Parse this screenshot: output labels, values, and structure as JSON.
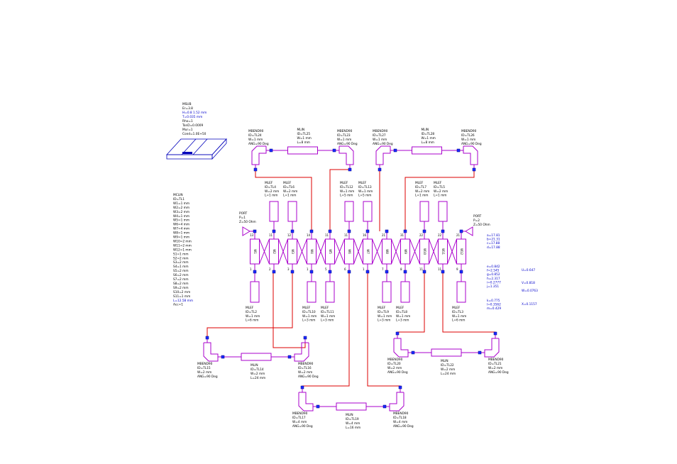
{
  "substrate": {
    "lines": [
      "MSUB",
      "Er=3.8",
      "H=0.8 1.52 mm",
      "T=0.035 mm",
      "Rho=1",
      "TanD=0.0009",
      "Mur=1",
      "Cond=1.0E+50"
    ],
    "blue_lines": [
      2,
      3
    ]
  },
  "mcfil": {
    "lines": [
      "MCLIN",
      "ID=TL1",
      "W1=1 mm",
      "W2=2 mm",
      "W3=2 mm",
      "W4=1 mm",
      "W5=1 mm",
      "W6=4 mm",
      "W7=4 mm",
      "W8=1 mm",
      "W9=1 mm",
      "W10=2 mm",
      "W11=2 mm",
      "W12=1 mm",
      "S1=1 mm",
      "S2=2 mm",
      "S3=2 mm",
      "S4=1 mm",
      "S5=2 mm",
      "S6=2 mm",
      "S7=2 mm",
      "S8=2 mm",
      "S9=2 mm",
      "S10=2 mm",
      "S11=1 mm",
      "L=12.58 mm",
      "Acc=1"
    ],
    "blue_lines": [
      25
    ]
  },
  "ports": [
    {
      "lines": [
        "PORT",
        "P=1",
        "Z=50 Ohm"
      ]
    },
    {
      "lines": [
        "PORT",
        "P=2",
        "Z=50 Ohm"
      ]
    }
  ],
  "coupled_sections": [
    "W1",
    "W2",
    "W3",
    "W4",
    "W5",
    "W6",
    "W7",
    "W8",
    "W9",
    "W10",
    "W11",
    "W12"
  ],
  "top_pins": [
    "13",
    "11",
    "12",
    "14",
    "11",
    "11",
    "16",
    "21",
    "31",
    "22",
    "22",
    "21"
  ],
  "bottom_pins": [
    "1",
    "2",
    "3",
    "1",
    "5",
    "6",
    "1",
    "7",
    "8",
    "11",
    "11",
    "9"
  ],
  "top_mlef": [
    {
      "lines": [
        "MLEF",
        "ID=TL4",
        "W=2 mm",
        "L=1 mm"
      ]
    },
    {
      "lines": [
        "MLEF",
        "ID=TL6",
        "W=2 mm",
        "L=1 mm"
      ]
    },
    {
      "lines": [
        "MLEF",
        "ID=TL12",
        "W=1 mm",
        "L=5 mm"
      ]
    },
    {
      "lines": [
        "MLEF",
        "ID=TL13",
        "W=1 mm",
        "L=5 mm"
      ]
    },
    {
      "lines": [
        "MLEF",
        "ID=TL7",
        "W=2 mm",
        "L=1 mm"
      ]
    },
    {
      "lines": [
        "MLEF",
        "ID=TL5",
        "W=2 mm",
        "L=1 mm"
      ]
    }
  ],
  "bottom_mlef": [
    {
      "lines": [
        "MLEF",
        "ID=TL2",
        "W=1 mm",
        "L=6 mm"
      ]
    },
    {
      "lines": [
        "MLEF",
        "ID=TL10",
        "W=1 mm",
        "L=3 mm"
      ]
    },
    {
      "lines": [
        "MLEF",
        "ID=TL11",
        "W=1 mm",
        "L=3 mm"
      ]
    },
    {
      "lines": [
        "MLEF",
        "ID=TL9",
        "W=1 mm",
        "L=3 mm"
      ]
    },
    {
      "lines": [
        "MLEF",
        "ID=TL8",
        "W=1 mm",
        "L=3 mm"
      ]
    },
    {
      "lines": [
        "MLEF",
        "ID=TL3",
        "W=1 mm",
        "L=6 mm"
      ]
    }
  ],
  "bends": [
    {
      "lines": [
        "MBEND90",
        "ID=TL24",
        "W=1 mm",
        "ANG=90 Deg"
      ]
    },
    {
      "lines": [
        "MBEND90",
        "ID=TL23",
        "W=1 mm",
        "ANG=90 Deg"
      ]
    },
    {
      "lines": [
        "MBEND90",
        "ID=TL27",
        "W=1 mm",
        "ANG=90 Deg"
      ]
    },
    {
      "lines": [
        "MBEND90",
        "ID=TL26",
        "W=1 mm",
        "ANG=90 Deg"
      ]
    },
    {
      "lines": [
        "MBEND90",
        "ID=TL15",
        "W=2 mm",
        "ANG=90 Deg"
      ]
    },
    {
      "lines": [
        "MBEND90",
        "ID=TL16",
        "W=2 mm",
        "ANG=90 Deg"
      ]
    },
    {
      "lines": [
        "MBEND90",
        "ID=TL17",
        "W=4 mm",
        "ANG=90 Deg"
      ]
    },
    {
      "lines": [
        "MBEND90",
        "ID=TL18",
        "W=4 mm",
        "ANG=90 Deg"
      ]
    },
    {
      "lines": [
        "MBEND90",
        "ID=TL20",
        "W=2 mm",
        "ANG=90 Deg"
      ]
    },
    {
      "lines": [
        "MBEND90",
        "ID=TL21",
        "W=2 mm",
        "ANG=90 Deg"
      ]
    }
  ],
  "mlins": [
    {
      "lines": [
        "MLIN",
        "ID=TL25",
        "W=1 mm",
        "L=8 mm"
      ]
    },
    {
      "lines": [
        "MLIN",
        "ID=TL28",
        "W=1 mm",
        "L=8 mm"
      ]
    },
    {
      "lines": [
        "MLIN",
        "ID=TL14",
        "W=2 mm",
        "L=24 mm"
      ]
    },
    {
      "lines": [
        "MLIN",
        "ID=TL19",
        "W=4 mm",
        "L=16 mm"
      ]
    },
    {
      "lines": [
        "MLIN",
        "ID=TL22",
        "W=2 mm",
        "L=24 mm"
      ]
    }
  ],
  "equations": {
    "group1": [
      "a=17.81",
      "b=21.31",
      "c=17.88",
      "d=17.88"
    ],
    "group2": [
      "e=0.842",
      "f=2.545",
      "g=0.852",
      "h=2.317",
      "i=0.2777",
      "j=1.351"
    ],
    "group3": [
      "k=0.775",
      "l=0.3562",
      "m=0.429"
    ],
    "right": [
      "U=0.647",
      "V=0.818",
      "W=0.0763",
      "X=0.1157"
    ]
  },
  "colors": {
    "component": "#aa00cc",
    "wire": "#dd0000",
    "node": "#1a2aff",
    "label": "#000000",
    "param_highlight": "#0000cc"
  }
}
